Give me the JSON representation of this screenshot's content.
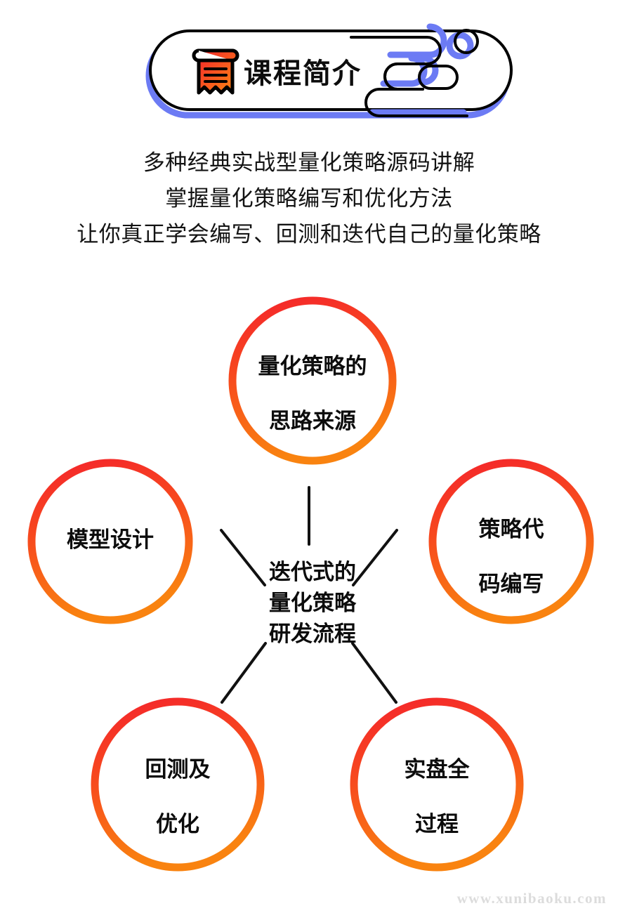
{
  "header": {
    "title": "课程简介",
    "icon": "book-icon",
    "decoration": "maze-pattern-decoration",
    "accent_red": "#F4242C",
    "accent_orange": "#F98310",
    "shadow_blue": "#6C7BF4",
    "outline": "#000000"
  },
  "intro": {
    "lines": [
      "多种经典实战型量化策略源码讲解",
      "掌握量化策略编写和优化方法",
      "让你真正学会编写、回测和迭代自己的量化策略"
    ]
  },
  "diagram": {
    "center": {
      "label_lines": [
        "迭代式的",
        "量化策略",
        "研发流程"
      ]
    },
    "nodes": [
      {
        "id": "idea-source",
        "label_lines": [
          "量化策略的",
          "思路来源"
        ]
      },
      {
        "id": "model-design",
        "label_lines": [
          "模型设计"
        ]
      },
      {
        "id": "code-writing",
        "label_lines": [
          "策略代",
          "码编写"
        ]
      },
      {
        "id": "backtest-opt",
        "label_lines": [
          "回测及",
          "优化"
        ]
      },
      {
        "id": "live-trading",
        "label_lines": [
          "实盘全",
          "过程"
        ]
      }
    ],
    "ring_gradient": {
      "from": "#F4242C",
      "to": "#F98310"
    },
    "connector_color": "#111111"
  },
  "watermark": {
    "text": "www.xunibaoku.com"
  }
}
